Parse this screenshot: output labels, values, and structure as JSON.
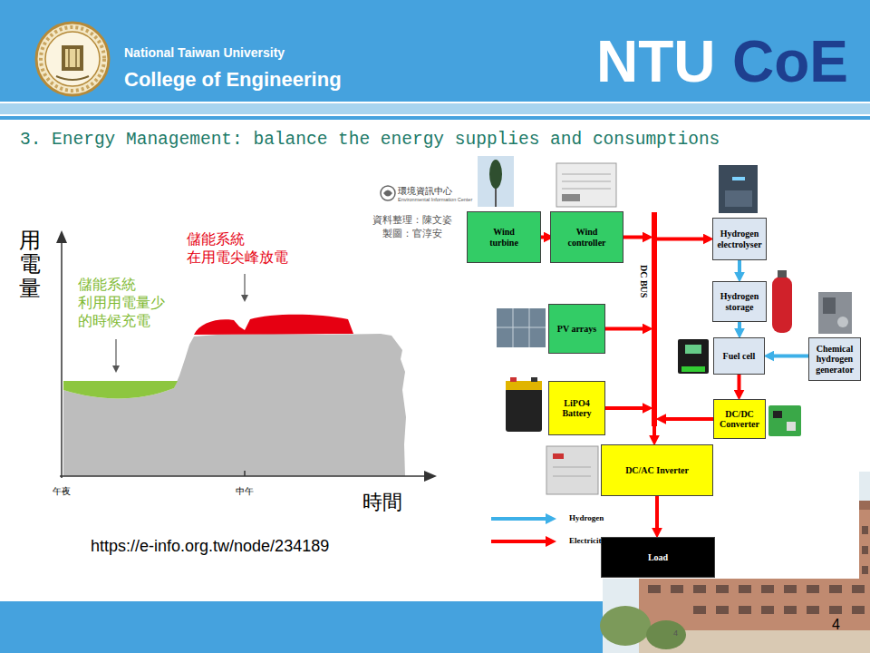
{
  "diagram": {
    "title": "3. Energy Management: balance the energy supplies and consumptions",
    "nodes": [
      {
        "text": [
          "Wind turbine"
        ]
      },
      {
        "text": [
          "Wind controller"
        ]
      },
      {
        "text": [
          "DC BUS"
        ]
      },
      {
        "text": [
          "Hydrogen electrolyser"
        ]
      },
      {
        "text": [
          "Hydrogen storage"
        ]
      },
      {
        "text": [
          "PV arrays"
        ]
      },
      {
        "text": [
          "Fuel cell"
        ]
      },
      {
        "text": [
          "Chemical hydrogen generator"
        ]
      },
      {
        "text": [
          "LiPO4 Battery"
        ]
      },
      {
        "text": [
          "DC/DC Converter"
        ]
      },
      {
        "text": [
          "DC/AC Inverter"
        ]
      },
      {
        "text": [
          "Load"
        ]
      }
    ],
    "edges": [
      {
        "from": 0,
        "to": 1,
        "arrow": "to"
      },
      {
        "from": 1,
        "to": 2,
        "arrow": "to"
      },
      {
        "from": 5,
        "to": 2,
        "arrow": "to"
      },
      {
        "from": 8,
        "to": 2,
        "arrow": "to"
      },
      {
        "from": 9,
        "to": 2,
        "arrow": "to"
      },
      {
        "from": 2,
        "to": 3,
        "arrow": "to"
      },
      {
        "from": 2,
        "to": 10,
        "arrow": "to"
      },
      {
        "from": 10,
        "to": 11,
        "arrow": "to"
      },
      {
        "from": 3,
        "to": 4,
        "arrow": "to"
      },
      {
        "from": 4,
        "to": 6,
        "arrow": "to"
      },
      {
        "from": 7,
        "to": 6,
        "arrow": "to"
      },
      {
        "from": 6,
        "to": 9,
        "arrow": "to"
      }
    ],
    "labels": [
      "National Taiwan University",
      "College of Engineering",
      "NTU",
      "CoE",
      "用電量",
      "時間",
      "午夜",
      "中午",
      "儲能系統 利用用電量少 的時候充電",
      "儲能系統 在用電尖峰放電",
      "https://e-info.org.tw/node/234189",
      "環境資訊中心",
      "Environmental Information Center",
      "資料整理：陳文姿",
      "製圖：官淳安",
      "4",
      "4"
    ],
    "legend": [
      {
        "text": "Hydrogen"
      },
      {
        "text": "Electricity"
      }
    ]
  }
}
